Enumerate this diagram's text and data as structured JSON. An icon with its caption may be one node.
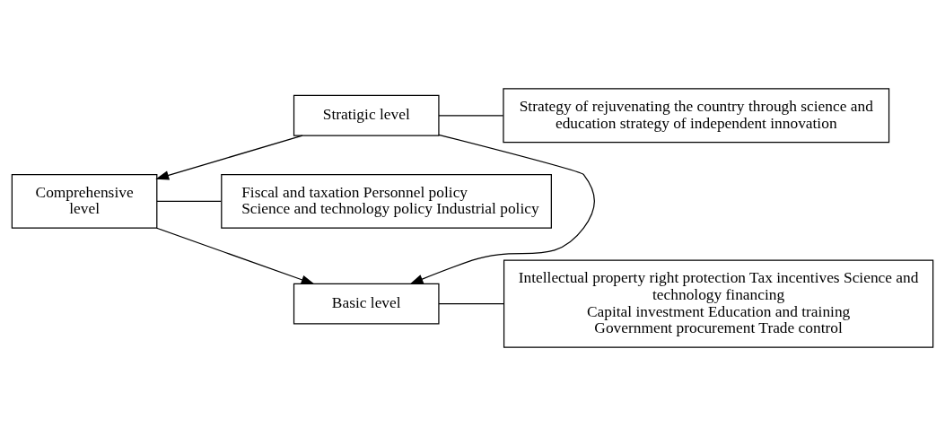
{
  "diagram": {
    "nodes": [
      {
        "text": [
          "Stratigic level"
        ]
      },
      {
        "text": [
          "Comprehensive level"
        ]
      },
      {
        "text": [
          "Basic level"
        ]
      },
      {
        "text": [
          "Strategy of rejuvenating the country through science and education strategy of independent innovation"
        ]
      },
      {
        "text": [
          "Fiscal and taxation Personnel policy",
          "Science and technology policy Industrial policy"
        ]
      },
      {
        "text": [
          "Intellectual property right protection Tax incentives Science and technology financing",
          "Capital investment Education and training",
          "Government procurement Trade control"
        ]
      }
    ],
    "edges": [
      {
        "from": 0,
        "to": 1,
        "arrow": "to"
      },
      {
        "from": 1,
        "to": 2,
        "arrow": "to"
      },
      {
        "from": 0,
        "to": 2,
        "arrow": "to"
      },
      {
        "from": 0,
        "to": 3,
        "arrow": "none"
      },
      {
        "from": 1,
        "to": 4,
        "arrow": "none"
      },
      {
        "from": 2,
        "to": 5,
        "arrow": "none"
      }
    ]
  }
}
